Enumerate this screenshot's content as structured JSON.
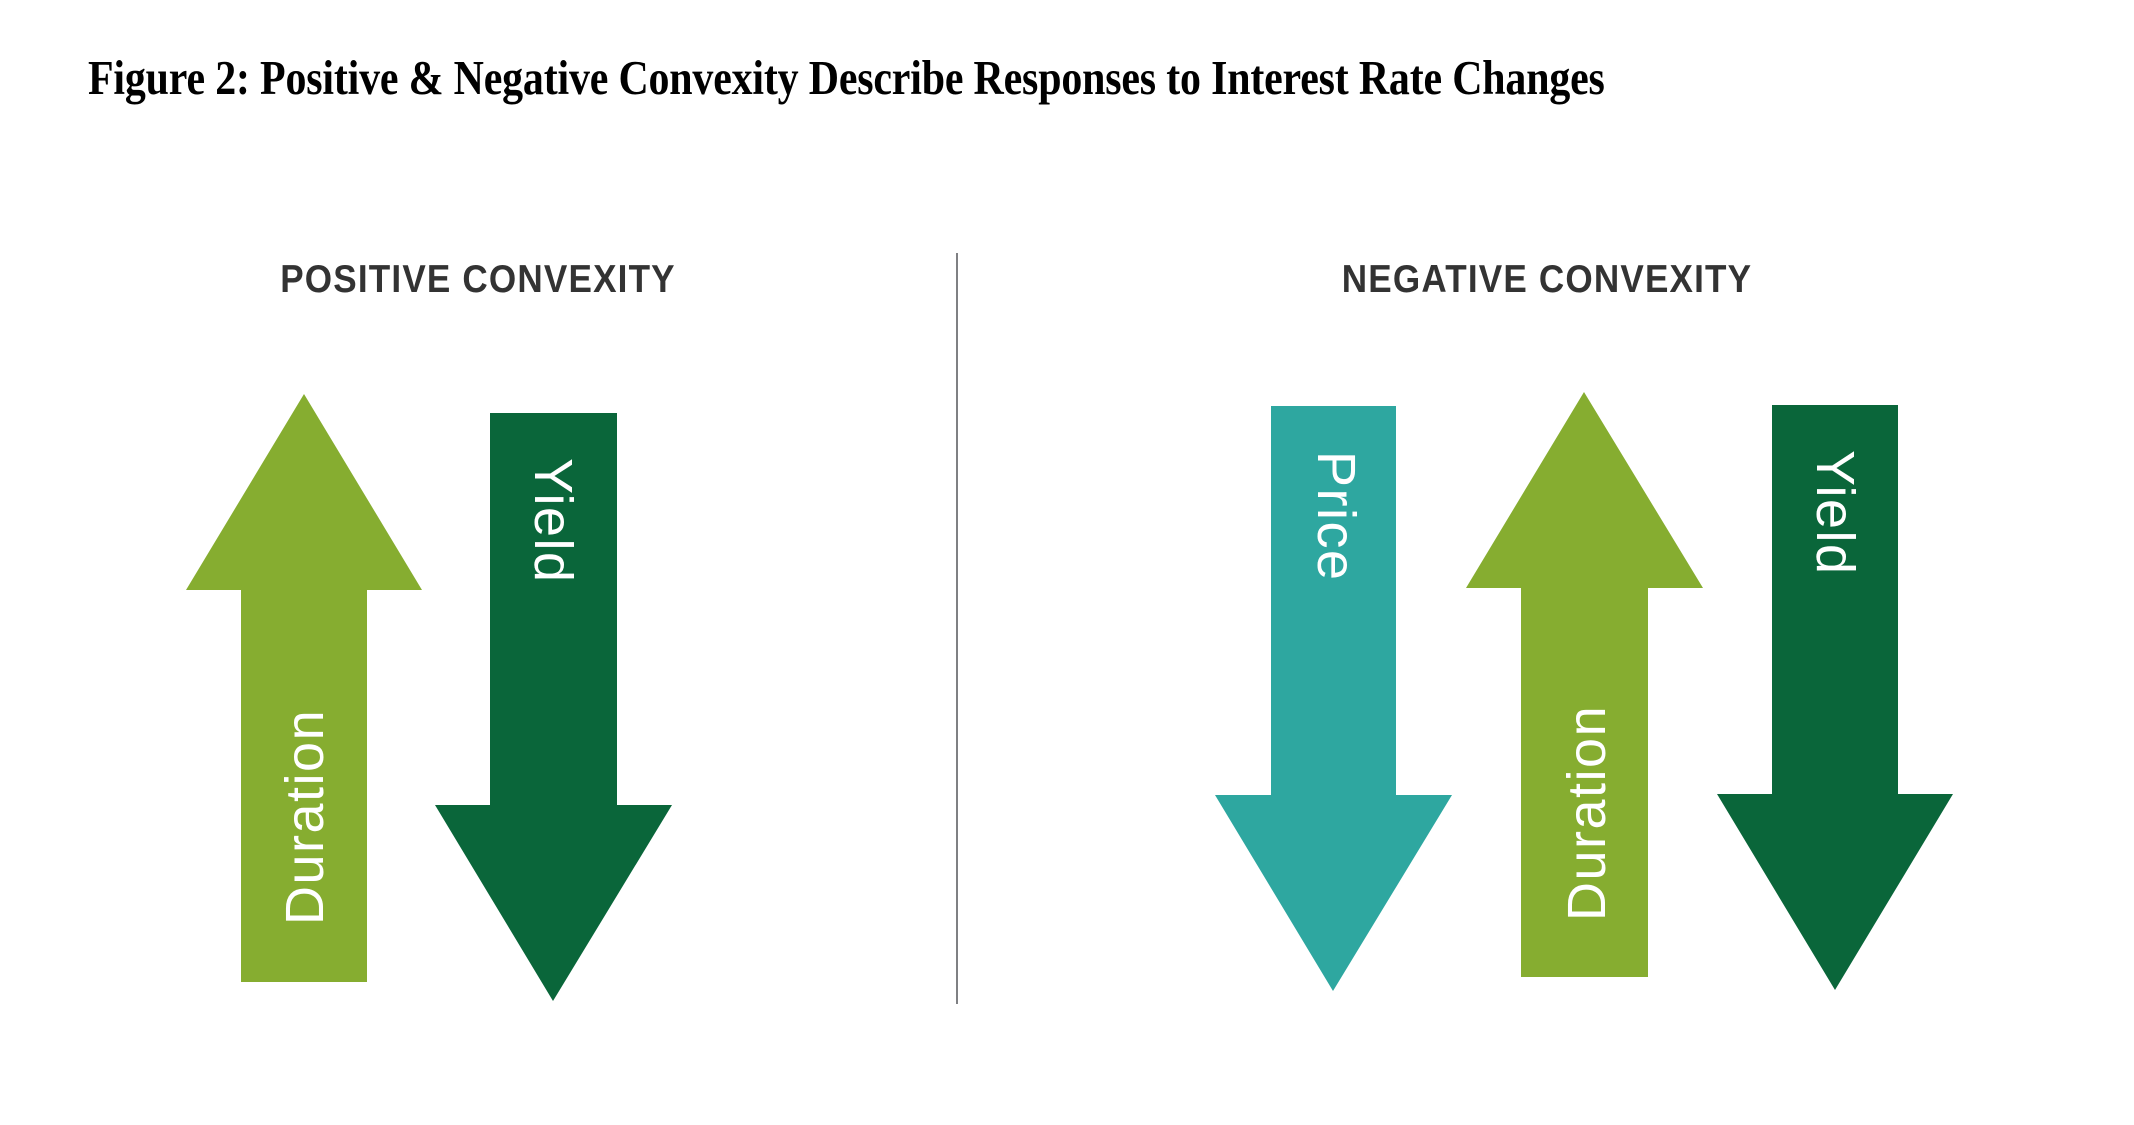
{
  "figure": {
    "title": "Figure 2: Positive & Negative Convexity Describe Responses to Interest Rate Changes",
    "background_color": "#ffffff",
    "divider_color": "#7f8083"
  },
  "panels": [
    {
      "id": "positive-convexity",
      "heading": "POSITIVE CONVEXITY",
      "heading_color": "#333333",
      "arrows": [
        {
          "id": "duration-up",
          "label": "Duration",
          "direction": "up",
          "color": "#86ad30",
          "label_color": "#ffffff"
        },
        {
          "id": "yield-down",
          "label": "Yield",
          "direction": "down",
          "color": "#0a663a",
          "label_color": "#ffffff"
        }
      ]
    },
    {
      "id": "negative-convexity",
      "heading": "NEGATIVE CONVEXITY",
      "heading_color": "#333333",
      "arrows": [
        {
          "id": "price-down",
          "label": "Price",
          "direction": "down",
          "color": "#2ea7a0",
          "label_color": "#ffffff"
        },
        {
          "id": "duration-up-2",
          "label": "Duration",
          "direction": "up",
          "color": "#86ad30",
          "label_color": "#ffffff"
        },
        {
          "id": "yield-down-2",
          "label": "Yield",
          "direction": "down",
          "color": "#0a663a",
          "label_color": "#ffffff"
        }
      ]
    }
  ],
  "colors": {
    "light_green": "#86ad30",
    "dark_green": "#0a663a",
    "teal": "#2ea7a0",
    "heading_gray": "#333333",
    "divider_gray": "#7f8083",
    "title_black": "#000000",
    "label_white": "#ffffff"
  }
}
